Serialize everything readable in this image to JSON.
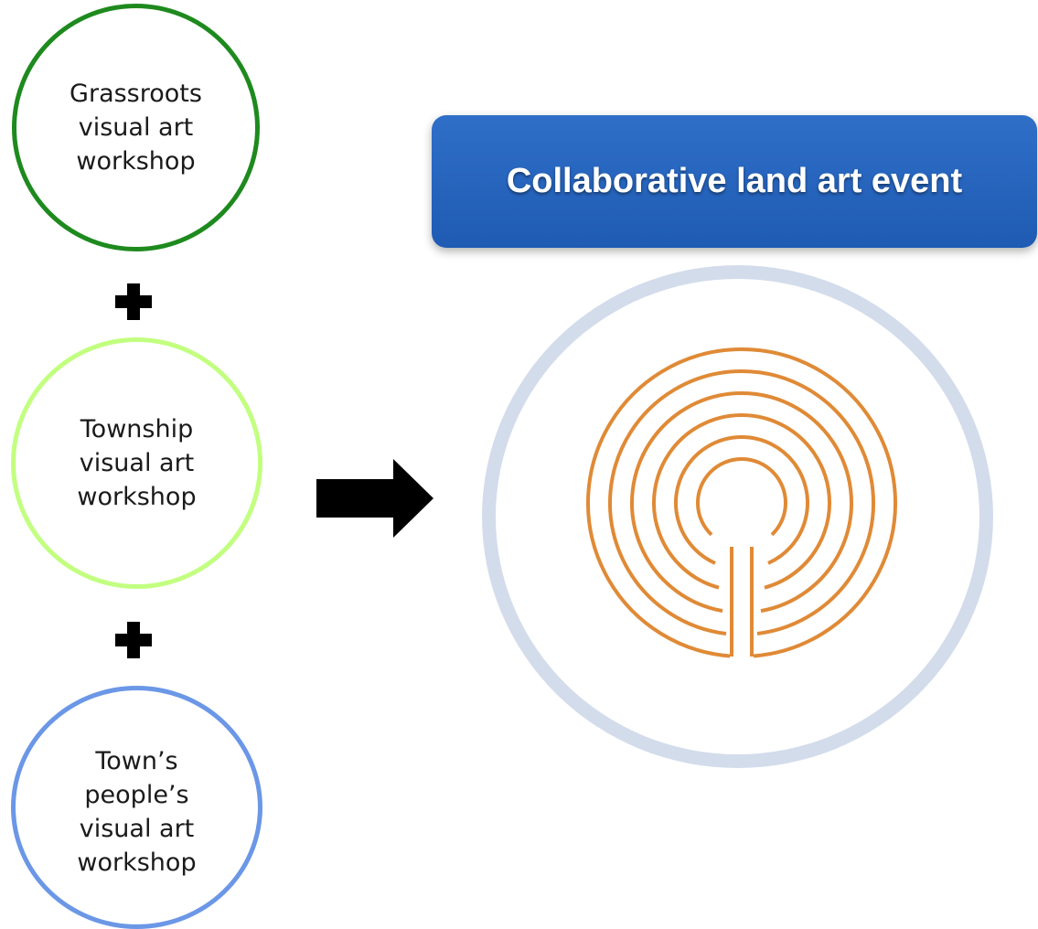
{
  "workshops": [
    {
      "label": "Grassroots\nvisual art\nworkshop",
      "color": "#1e8a1e"
    },
    {
      "label": "Township\nvisual art\nworkshop",
      "color": "#c2ff80"
    },
    {
      "label": "Town’s\npeople’s\nvisual art\nworkshop",
      "color": "#6b97e6"
    }
  ],
  "operators": [
    "plus-icon",
    "plus-icon"
  ],
  "connector": "right-arrow-icon",
  "outcome": {
    "title": "Collaborative land art event",
    "banner_color": "#1f5bb3",
    "ring_color": "#d3dceb",
    "labyrinth_color": "#e08a36",
    "labyrinth_icon": "labyrinth-icon"
  }
}
